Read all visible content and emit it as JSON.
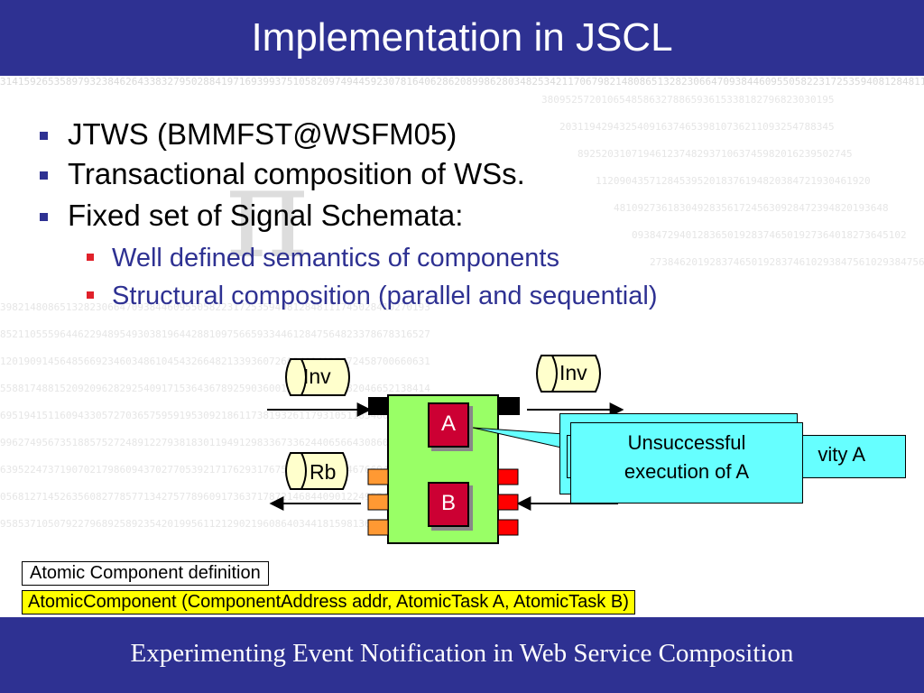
{
  "header": {
    "title": "Implementation in JSCL"
  },
  "bullets": [
    "JTWS (BMMFST@WSFM05)",
    "Transactional composition of WSs.",
    "Fixed set of Signal Schemata:"
  ],
  "sub_bullets": [
    "Well defined semantics of components",
    "Structural composition (parallel and sequential)"
  ],
  "diagram": {
    "signal_inv_left": "Inv",
    "signal_inv_right": "Inv",
    "signal_rb": "Rb",
    "task_a": "A",
    "task_b": "B",
    "callout_front": "Unsuccessful execution of A",
    "callout_front_line1": "Unsuccessful",
    "callout_front_line2": "execution of A",
    "callout_back_text": "vity A"
  },
  "definition": {
    "label": "Atomic Component definition",
    "code": "AtomicComponent (ComponentAddress addr, AtomicTask A, AtomicTask B)"
  },
  "footer": {
    "text": "Experimenting Event Notification in Web Service Composition"
  },
  "colors": {
    "header_bg": "#2e3192",
    "component_bg": "#99ff66",
    "task_bg": "#cc0033",
    "callout_bg": "#66ffff",
    "code_bg": "#ffff00",
    "sub_bullet_text": "#2e3192"
  }
}
